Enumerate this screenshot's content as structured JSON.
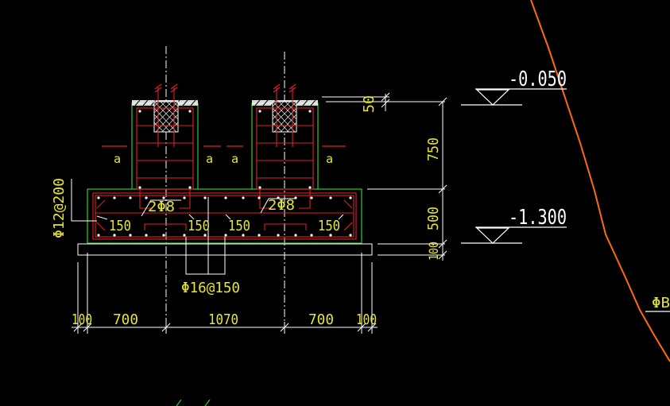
{
  "colors": {
    "background": "#000000",
    "outline": "#32c832",
    "rebar": "#e02020",
    "dimension": "#ffffff",
    "text": "#e6e632",
    "centerline": "#ffffff",
    "slope_line": "#ff6a10"
  },
  "elevations": {
    "top": "-0.050",
    "bottom": "-1.300"
  },
  "vertical_dims": {
    "d50": "50",
    "d750": "750",
    "d500": "500",
    "d100": "100"
  },
  "horizontal_dims": {
    "left_100": "100",
    "left_700": "700",
    "mid_1070": "1070",
    "right_700": "700",
    "right_100": "100"
  },
  "rebar_labels": {
    "side_bar": "Φ12@200",
    "bottom_bar": "Φ16@150",
    "stirrup_left": "2Φ8",
    "stirrup_right": "2Φ8",
    "dist_150_1": "150",
    "dist_150_2": "150",
    "dist_150_3": "150",
    "dist_150_4": "150"
  },
  "section_marks": {
    "a1": "a",
    "a2": "a",
    "a3": "a",
    "a4": "a"
  },
  "edge_label": "ΦB"
}
